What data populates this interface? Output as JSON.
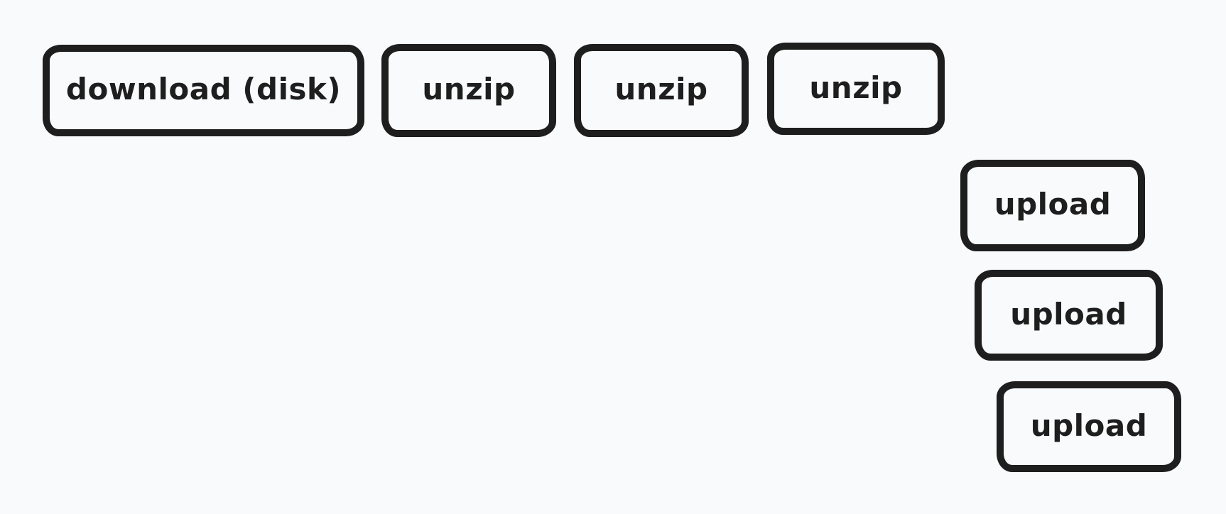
{
  "colors": {
    "stroke": "#1e1e1e",
    "canvas_bg": "#f9fafb"
  },
  "diagram": {
    "nodes": [
      {
        "id": "download-disk",
        "label": "download (disk)"
      },
      {
        "id": "unzip-1",
        "label": "unzip"
      },
      {
        "id": "unzip-2",
        "label": "unzip"
      },
      {
        "id": "unzip-3",
        "label": "unzip"
      },
      {
        "id": "upload-1",
        "label": "upload"
      },
      {
        "id": "upload-2",
        "label": "upload"
      },
      {
        "id": "upload-3",
        "label": "upload"
      }
    ]
  }
}
